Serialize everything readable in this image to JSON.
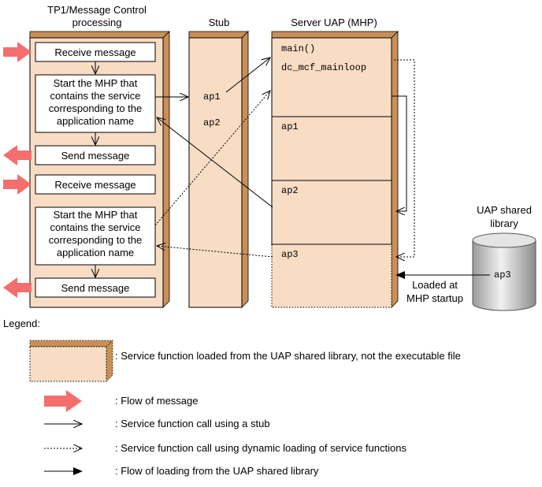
{
  "columns": {
    "tp1_title": [
      "TP1/Message Control",
      "processing"
    ],
    "stub_title": "Stub",
    "server_title": "Server UAP (MHP)"
  },
  "tp1_boxes": {
    "receive_1": "Receive message",
    "start_mhp_1": [
      "Start the MHP that",
      "contains the service",
      "corresponding to the",
      "application name"
    ],
    "send_1": "Send message",
    "receive_2": "Receive message",
    "start_mhp_2": [
      "Start the MHP that",
      "contains the service",
      "corresponding to the",
      "application name"
    ],
    "send_2": "Send message"
  },
  "stub": {
    "ap1": "ap1",
    "ap2": "ap2"
  },
  "server": {
    "main": "main()",
    "mainloop": "dc_mcf_mainloop",
    "ap1": "ap1",
    "ap2": "ap2",
    "ap3": "ap3"
  },
  "shared_library": {
    "title": [
      "UAP shared",
      "library"
    ],
    "ap3": "ap3",
    "loaded_label": [
      "Loaded at",
      "MHP startup"
    ]
  },
  "legend": {
    "title": "Legend:",
    "dotted_box": ": Service function loaded from the UAP shared library, not the executable file",
    "flow_message": ": Flow of message",
    "stub_call": ": Service function call using a stub",
    "dynamic_call": ": Service function call using dynamic loading of service functions",
    "loading_flow": ": Flow of loading from the UAP shared library"
  },
  "colors": {
    "box_fill": "#f8dcc4",
    "box_side": "#c89058",
    "message_arrow": "#f46e6e",
    "cylinder": "#c8c8c8"
  }
}
